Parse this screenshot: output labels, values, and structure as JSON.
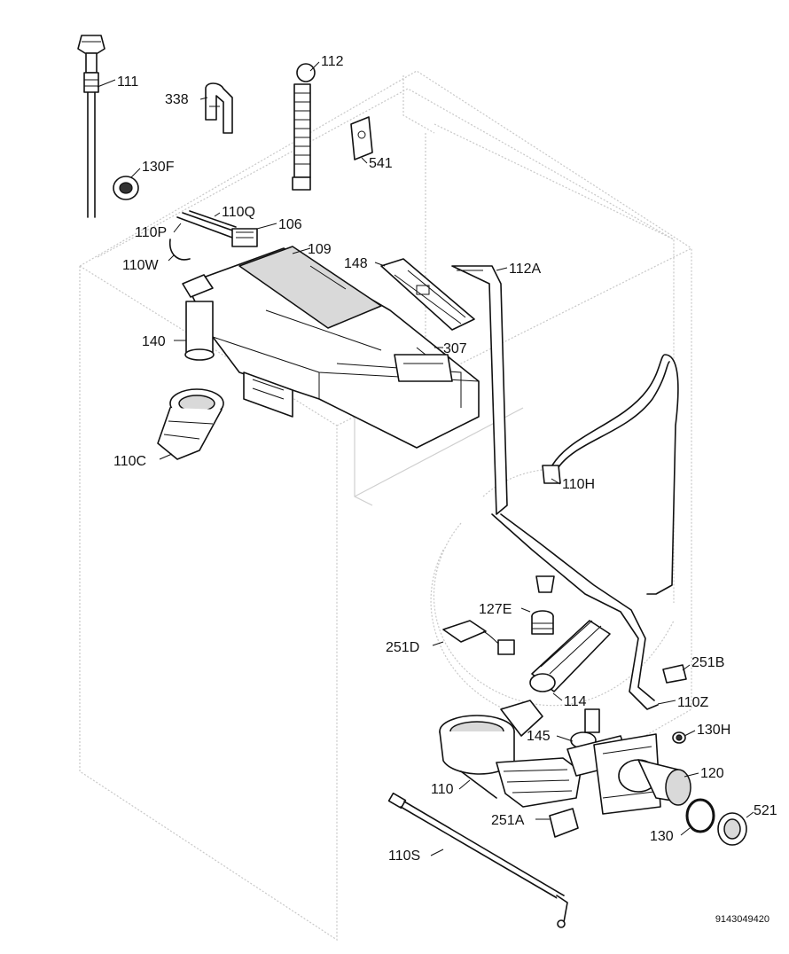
{
  "callouts": {
    "c111": "111",
    "c112": "112",
    "c338": "338",
    "c130F": "130F",
    "c541": "541",
    "c110Q": "110Q",
    "c110P": "110P",
    "c106": "106",
    "c110W": "110W",
    "c109": "109",
    "c148": "148",
    "c112A": "112A",
    "c140": "140",
    "c307": "307",
    "c110C": "110C",
    "c110H": "110H",
    "c127E": "127E",
    "c251D": "251D",
    "c251B": "251B",
    "c114": "114",
    "c110Z": "110Z",
    "c145": "145",
    "c130H": "130H",
    "c120": "120",
    "c110": "110",
    "c521": "521",
    "c251A": "251A",
    "c130": "130",
    "c110S": "110S"
  },
  "drawing_code": "9143049420"
}
